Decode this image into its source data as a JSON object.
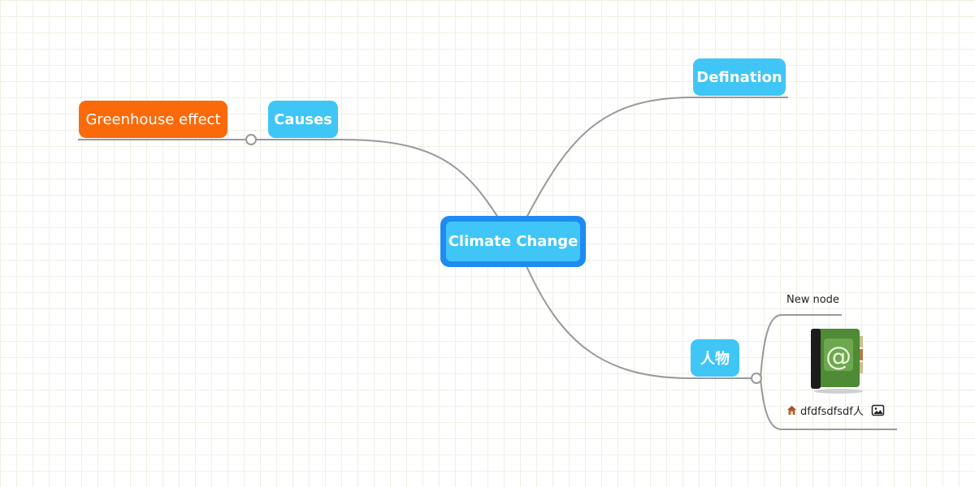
{
  "mindmap": {
    "root": {
      "label": "Climate Change"
    },
    "branches": {
      "causes": {
        "label": "Causes",
        "child": {
          "label": "Greenhouse effect"
        }
      },
      "definition": {
        "label": "Defination"
      },
      "people": {
        "label": "人物",
        "children": [
          {
            "label": "New node"
          },
          {
            "label": "dfdfsdfsdf人",
            "icons": [
              "house-emoji-icon",
              "address-book-icon",
              "image-icon"
            ]
          }
        ]
      }
    }
  },
  "colors": {
    "topic": "#3fc6f7",
    "root_border": "#1f8bf2",
    "orange": "#fb6a0a",
    "connector": "#999999"
  }
}
